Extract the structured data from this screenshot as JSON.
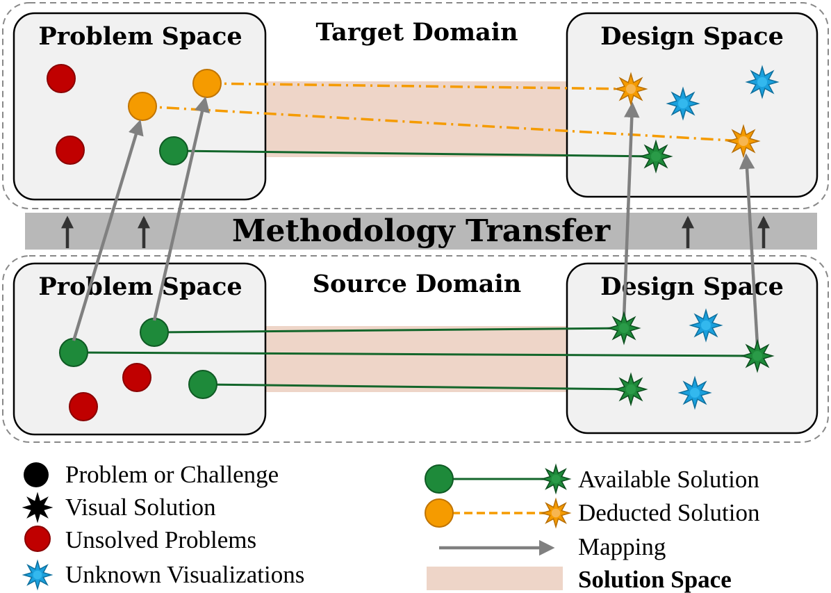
{
  "target_domain": {
    "title": "Target Domain",
    "problem_space_label": "Problem Space",
    "design_space_label": "Design Space"
  },
  "source_domain": {
    "title": "Source Domain",
    "problem_space_label": "Problem Space",
    "design_space_label": "Design Space"
  },
  "transfer_band": {
    "label": "Methodology Transfer"
  },
  "legend": {
    "problem": "Problem or Challenge",
    "visual_solution": "Visual Solution",
    "unsolved": "Unsolved Problems",
    "unknown": "Unknown Visualizations",
    "available": "Available Solution",
    "deducted": "Deducted Solution",
    "mapping": "Mapping",
    "solution_space": "Solution Space"
  },
  "colors": {
    "unsolved": "#c00000",
    "available": "#1e8a3a",
    "available_line": "#13662b",
    "deducted": "#f59b00",
    "unknown": "#1aa0dd",
    "mapping_arrow": "#808080",
    "solution_space": "#eed5c8",
    "transfer_band": "#b8b8b8",
    "box_fill": "#f1f1f1"
  }
}
